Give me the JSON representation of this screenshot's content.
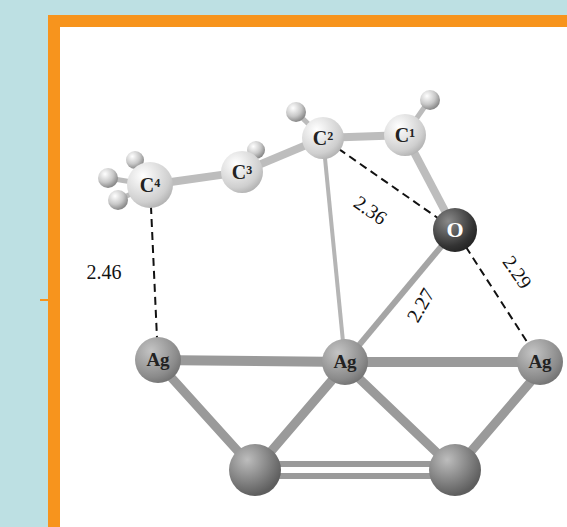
{
  "diagram": {
    "nodes": [
      {
        "text": [
          "C⁴"
        ]
      },
      {
        "text": [
          "C³"
        ]
      },
      {
        "text": [
          "C²"
        ]
      },
      {
        "text": [
          "C¹"
        ]
      },
      {
        "text": [
          "O"
        ]
      },
      {
        "text": [
          "Ag"
        ]
      },
      {
        "text": [
          "Ag"
        ]
      },
      {
        "text": [
          "Ag"
        ]
      }
    ],
    "edges": [
      {
        "from": 0,
        "to": 1,
        "arrow": "none"
      },
      {
        "from": 1,
        "to": 2,
        "arrow": "none"
      },
      {
        "from": 2,
        "to": 3,
        "arrow": "none"
      },
      {
        "from": 3,
        "to": 4,
        "arrow": "none"
      },
      {
        "from": 2,
        "to": 6,
        "arrow": "none"
      },
      {
        "from": 4,
        "to": 6,
        "label": "2.27",
        "arrow": "none"
      },
      {
        "from": 2,
        "to": 4,
        "label": "2.36",
        "arrow": "none"
      },
      {
        "from": 4,
        "to": 7,
        "label": "2.29",
        "arrow": "none"
      },
      {
        "from": 0,
        "to": 5,
        "label": "2.46",
        "arrow": "none"
      },
      {
        "from": 5,
        "to": 6,
        "arrow": "none"
      },
      {
        "from": 6,
        "to": 7,
        "arrow": "none"
      }
    ]
  }
}
